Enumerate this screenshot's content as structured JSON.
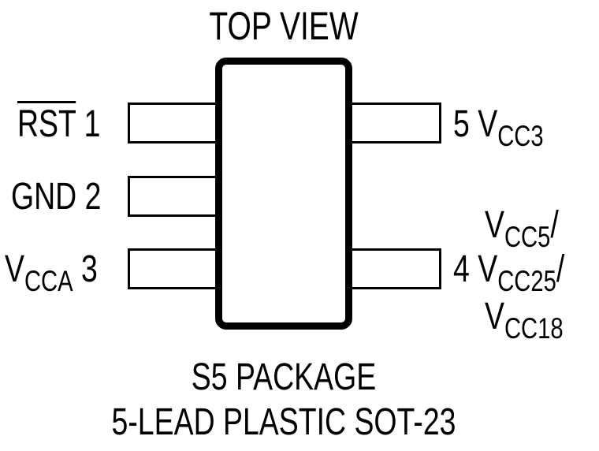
{
  "diagram": {
    "title": "TOP VIEW",
    "package_name": "S5 PACKAGE",
    "package_desc": "5-LEAD PLASTIC SOT-23",
    "pins": [
      {
        "number": "1",
        "name": "RST",
        "active_low": true,
        "side": "left"
      },
      {
        "number": "2",
        "name": "GND",
        "side": "left"
      },
      {
        "number": "3",
        "name_main": "V",
        "name_sub": "CCA",
        "side": "left"
      },
      {
        "number": "4",
        "side": "right",
        "lines": [
          {
            "main": "V",
            "sub": "CC5",
            "suffix": "/"
          },
          {
            "main": "V",
            "sub": "CC25",
            "suffix": "/"
          },
          {
            "main": "V",
            "sub": "CC18",
            "suffix": ""
          }
        ]
      },
      {
        "number": "5",
        "name_main": "V",
        "name_sub": "CC3",
        "side": "right"
      }
    ],
    "colors": {
      "stroke": "#000000",
      "background": "#ffffff"
    }
  }
}
